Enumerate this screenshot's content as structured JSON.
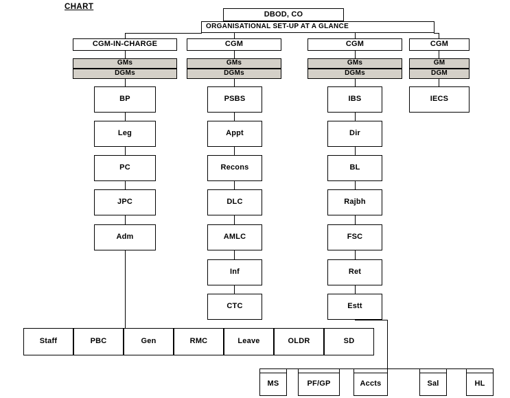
{
  "page": {
    "title_label": "CHART"
  },
  "root": {
    "top_box": "DBOD, CO",
    "banner": "ORGANISATIONAL SET-UP AT A GLANCE"
  },
  "columns": [
    {
      "head": "CGM-IN-CHARGE",
      "gm_label": "GMs",
      "dgm_label": "DGMs",
      "departments": [
        "BP",
        "Leg",
        "PC",
        "JPC",
        "Adm"
      ]
    },
    {
      "head": "CGM",
      "gm_label": "GMs",
      "dgm_label": "DGMs",
      "departments": [
        "PSBS",
        "Appt",
        "Recons",
        "DLC",
        "AMLC",
        "Inf",
        "CTC"
      ]
    },
    {
      "head": "CGM",
      "gm_label": "GMs",
      "dgm_label": "DGMs",
      "departments": [
        "IBS",
        "Dir",
        "BL",
        "Rajbh",
        "FSC",
        "Ret",
        "Estt"
      ]
    },
    {
      "head": "CGM",
      "gm_label": "GM",
      "dgm_label": "DGM",
      "departments": [
        "IECS"
      ]
    }
  ],
  "admin_row": {
    "items": [
      "Staff",
      "PBC",
      "Gen",
      "RMC",
      "Leave",
      "OLDR",
      "SD"
    ]
  },
  "estt_row": {
    "items": [
      "MS",
      "PF/GP",
      "Accts",
      "Sal",
      "HL"
    ]
  },
  "style": {
    "shade_color": "#d4d0c8",
    "line_color": "#000000",
    "background": "#ffffff"
  },
  "chart_data": {
    "type": "diagram",
    "title": "ORGANISATIONAL SET-UP AT A GLANCE",
    "root": "DBOD, CO",
    "levels": [
      {
        "level": 1,
        "nodes": [
          "DBOD, CO"
        ]
      },
      {
        "level": 2,
        "nodes": [
          "CGM-IN-CHARGE",
          "CGM",
          "CGM",
          "CGM"
        ]
      },
      {
        "level": 3,
        "nodes": [
          "GMs",
          "GMs",
          "GMs",
          "GM"
        ]
      },
      {
        "level": 4,
        "nodes": [
          "DGMs",
          "DGMs",
          "DGMs",
          "DGM"
        ]
      },
      {
        "level": 5,
        "nodes": [
          "BP",
          "Leg",
          "PC",
          "JPC",
          "Adm",
          "PSBS",
          "Appt",
          "Recons",
          "DLC",
          "AMLC",
          "Inf",
          "CTC",
          "IBS",
          "Dir",
          "BL",
          "Rajbh",
          "FSC",
          "Ret",
          "Estt",
          "IECS"
        ]
      },
      {
        "level": 6,
        "nodes": [
          "Staff",
          "PBC",
          "Gen",
          "RMC",
          "Leave",
          "OLDR",
          "SD",
          "MS",
          "PF/GP",
          "Accts",
          "Sal",
          "HL"
        ]
      }
    ]
  }
}
